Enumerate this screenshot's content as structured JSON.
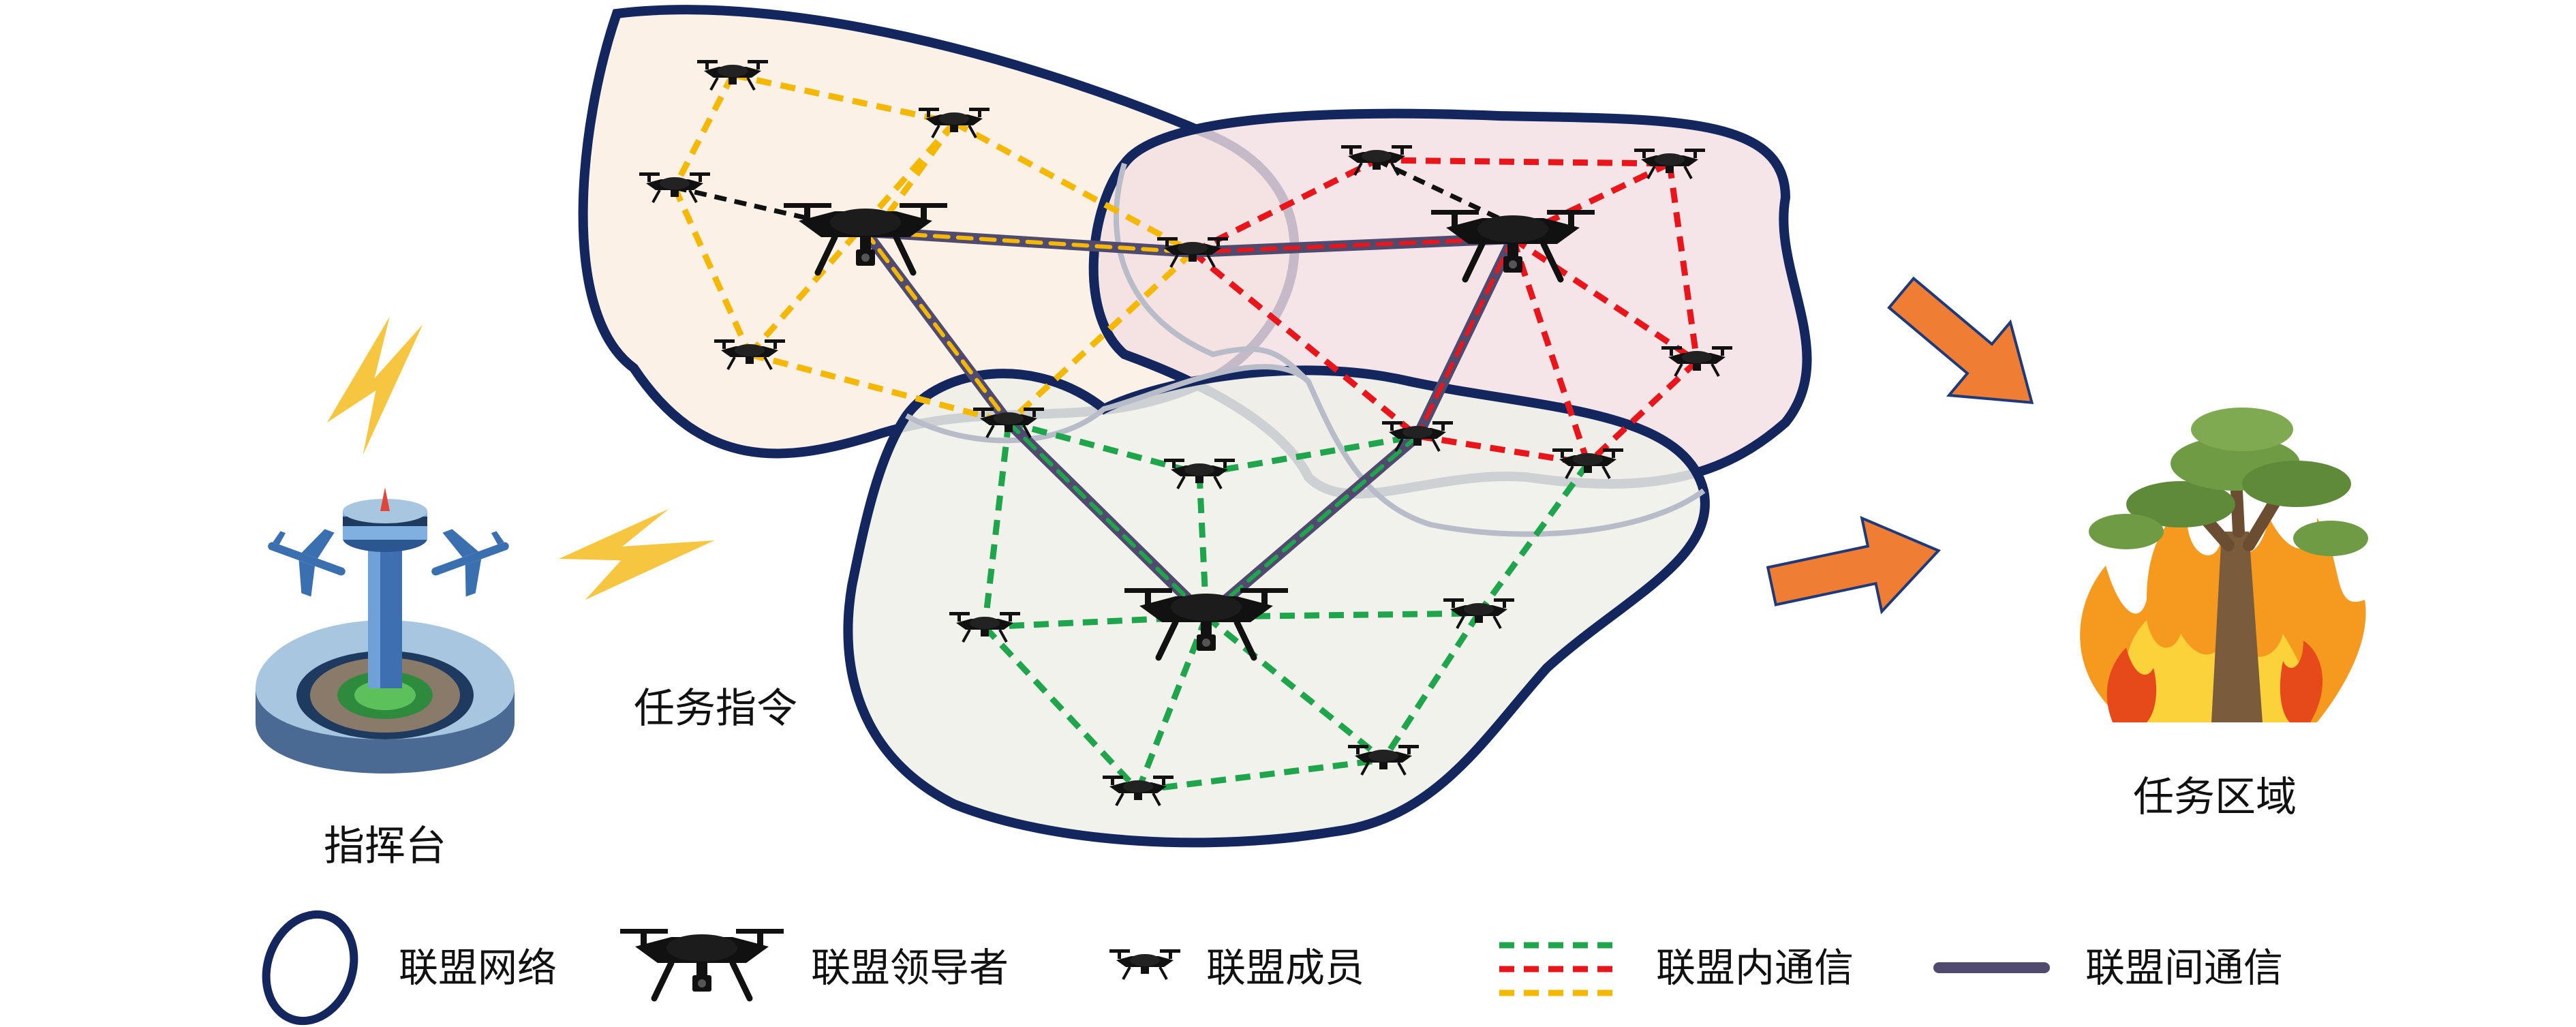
{
  "labels": {
    "control_tower": "指挥台",
    "mission_command": "任务指令",
    "mission_area": "任务区域"
  },
  "legend": {
    "alliance_network": "联盟网络",
    "alliance_leader": "联盟领导者",
    "alliance_member": "联盟成员",
    "intra_comm": "联盟内通信",
    "inter_comm": "联盟间通信"
  },
  "colors": {
    "boundary": "#14265e",
    "yellow_link": "#f5b800",
    "red_link": "#e8151b",
    "green_link": "#1fa54b",
    "black_link": "#111111",
    "inter_link": "#4f4a6e",
    "lightning": "#f7c640",
    "arrow": "#ef7d33",
    "region_yellow": "#fbecdf",
    "region_red": "#f3dfe2",
    "region_green": "#eef0e7"
  },
  "icons": {
    "tower": "control-tower-icon",
    "leader": "large-quadcopter-icon",
    "member": "small-quadcopter-icon",
    "fire": "burning-tree-icon",
    "signal": "lightning-bolt-icon"
  }
}
